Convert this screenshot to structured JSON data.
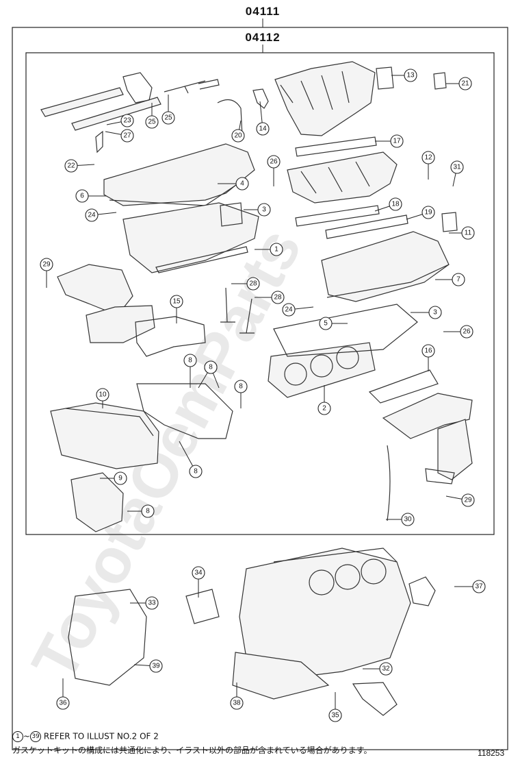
{
  "header": {
    "outer_kit_number": "04111",
    "inner_kit_number": "04112"
  },
  "watermark": "ToyotaOemParts",
  "footer": {
    "refer_range_start": "1",
    "refer_range_end": "39",
    "refer_tilde": "~",
    "refer_text": "REFER TO ILLUST NO.2 OF 2",
    "japanese_note": "ガスケットキットの構成には共通化により、イラスト以外の部品が含まれている場合があります。",
    "illust_number": "118253"
  },
  "callouts": [
    "1",
    "2",
    "3",
    "3",
    "4",
    "5",
    "6",
    "7",
    "8",
    "8",
    "8",
    "8",
    "8",
    "8",
    "9",
    "10",
    "11",
    "12",
    "13",
    "14",
    "15",
    "16",
    "17",
    "18",
    "19",
    "20",
    "21",
    "22",
    "23",
    "24",
    "24",
    "25",
    "25",
    "26",
    "26",
    "27",
    "28",
    "28",
    "29",
    "29",
    "30",
    "31",
    "32",
    "33",
    "34",
    "35",
    "36",
    "37",
    "38",
    "39"
  ]
}
